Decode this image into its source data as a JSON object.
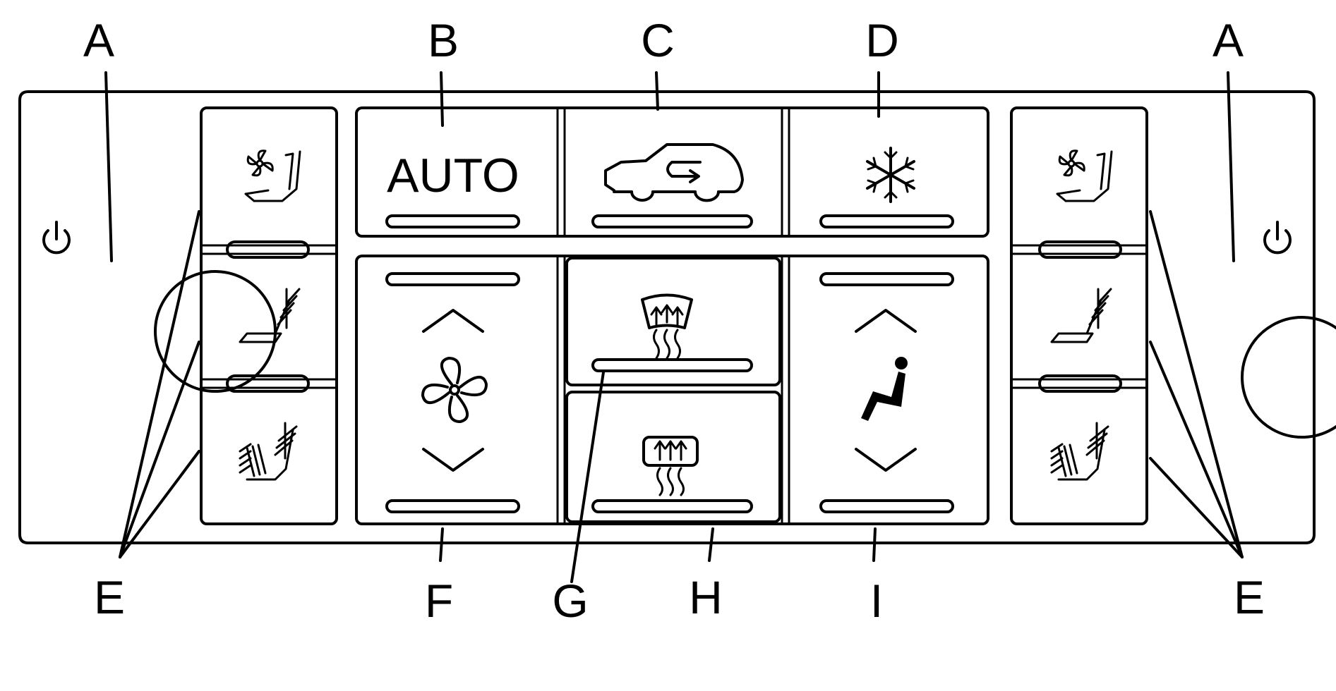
{
  "callouts": {
    "a_left": "A",
    "b": "B",
    "c": "C",
    "d": "D",
    "a_right": "A",
    "e_left": "E",
    "f": "F",
    "g": "G",
    "h": "H",
    "i": "I",
    "e_right": "E"
  },
  "buttons": {
    "auto_label": "AUTO"
  },
  "icons": {
    "power_left": "power-icon",
    "power_right": "power-icon",
    "seat_ventilation": "ventilated-seat-icon",
    "seat_back_heat": "heated-seatback-icon",
    "seat_heat": "heated-seat-icon",
    "recirculation": "air-recirculation-icon",
    "ac": "air-conditioning-snowflake-icon",
    "fan": "fan-icon",
    "windshield_defrost": "windshield-defrost-icon",
    "rear_defrost": "rear-window-defog-icon",
    "air_mode": "air-delivery-mode-icon",
    "chevron_up": "chevron-up-icon",
    "chevron_down": "chevron-down-icon"
  },
  "colors": {
    "line": "#000000",
    "background": "#ffffff"
  }
}
